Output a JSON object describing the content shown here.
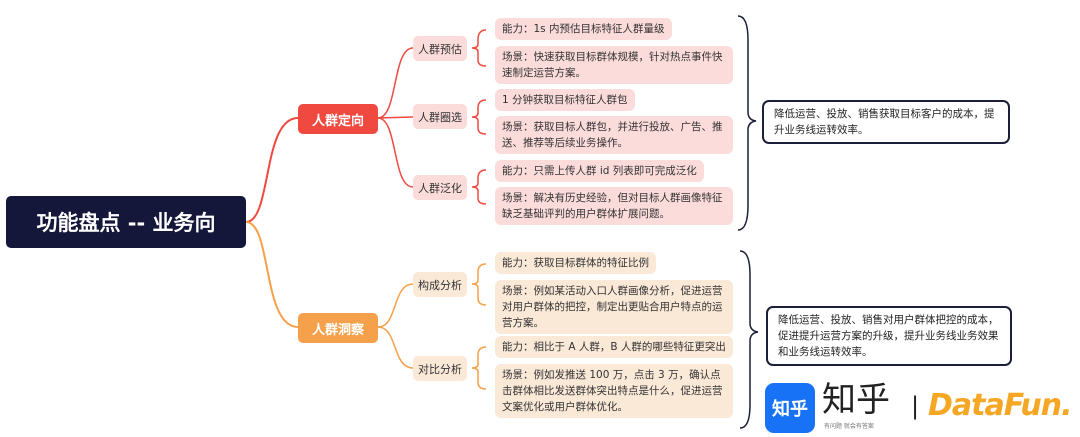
{
  "root": {
    "label": "功能盘点 -- 业务向"
  },
  "colors": {
    "root": "#14173a",
    "targeting": "#f0493f",
    "insight": "#f5a04a",
    "targeting_leaf": "#fbdcdb",
    "insight_leaf": "#fbe9d8",
    "zhihu_blue": "#1772f6",
    "datafun_orange": "#f5a623"
  },
  "branches": [
    {
      "label": "人群定向",
      "children": [
        {
          "label": "人群预估",
          "leaves": [
            "能力：1s 内预估目标特征人群量级",
            "场景：快速获取目标群体规模，针对热点事件快速制定运营方案。"
          ]
        },
        {
          "label": "人群圈选",
          "leaves": [
            "1 分钟获取目标特征人群包",
            "场景：获取目标人群包，并进行投放、广告、推送、推荐等后续业务操作。"
          ]
        },
        {
          "label": "人群泛化",
          "leaves": [
            "能力：只需上传人群 id 列表即可完成泛化",
            "场景：解决有历史经验，但对目标人群画像特征缺乏基础评判的用户群体扩展问题。"
          ]
        }
      ],
      "summary": "降低运营、投放、销售获取目标客户的成本，提升业务线运转效率。"
    },
    {
      "label": "人群洞察",
      "children": [
        {
          "label": "构成分析",
          "leaves": [
            "能力：获取目标群体的特征比例",
            "场景：例如某活动入口人群画像分析，促进运营对用户群体的把控，制定出更贴合用户特点的运营方案。"
          ]
        },
        {
          "label": "对比分析",
          "leaves": [
            "能力：相比于 A 人群，B 人群的哪些特征更突出",
            "场景：例如发推送 100 万，点击 3 万，确认点击群体相比发送群体突出特点是什么，促进运营文案优化或用户群体优化。"
          ]
        }
      ],
      "summary": "降低运营、投放、销售对用户群体把控的成本，促进提升运营方案的升级，提升业务线业务效果和业务线运转效率。"
    }
  ],
  "logos": {
    "zhihu_icon": "知乎",
    "zhihu_text": "知乎",
    "zhihu_slogan": "有问题 就会有答案",
    "separator": "|",
    "datafun": "DataFun."
  }
}
